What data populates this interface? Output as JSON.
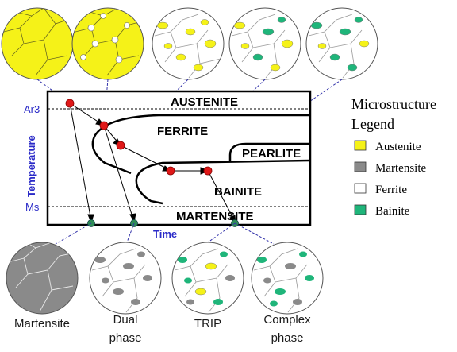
{
  "regions": {
    "austenite": "AUSTENITE",
    "ferrite": "FERRITE",
    "pearlite": "PEARLITE",
    "bainite": "BAINITE",
    "martensite": "MARTENSITE"
  },
  "axes": {
    "y_label": "Temperature",
    "x_label": "Time",
    "ar3_label": "Ar3",
    "ms_label": "Ms"
  },
  "legend": {
    "title_line1": "Microstructure",
    "title_line2": "Legend",
    "items": [
      {
        "label": "Austenite",
        "color": "#f5f218"
      },
      {
        "label": "Martensite",
        "color": "#8a8a8a"
      },
      {
        "label": "Ferrite",
        "color": "#ffffff"
      },
      {
        "label": "Bainite",
        "color": "#1fb57a"
      }
    ]
  },
  "captions": {
    "martensite": "Martensite",
    "dual_line1": "Dual",
    "dual_line2": "phase",
    "trip": "TRIP",
    "complex_line1": "Complex",
    "complex_line2": "phase"
  },
  "colors": {
    "austenite": "#f5f218",
    "martensite": "#8a8a8a",
    "ferrite": "#ffffff",
    "bainite": "#1fb57a",
    "cooling_point": "#e01818",
    "end_point": "#2e8b57",
    "axis_text": "#2b2bc8"
  }
}
